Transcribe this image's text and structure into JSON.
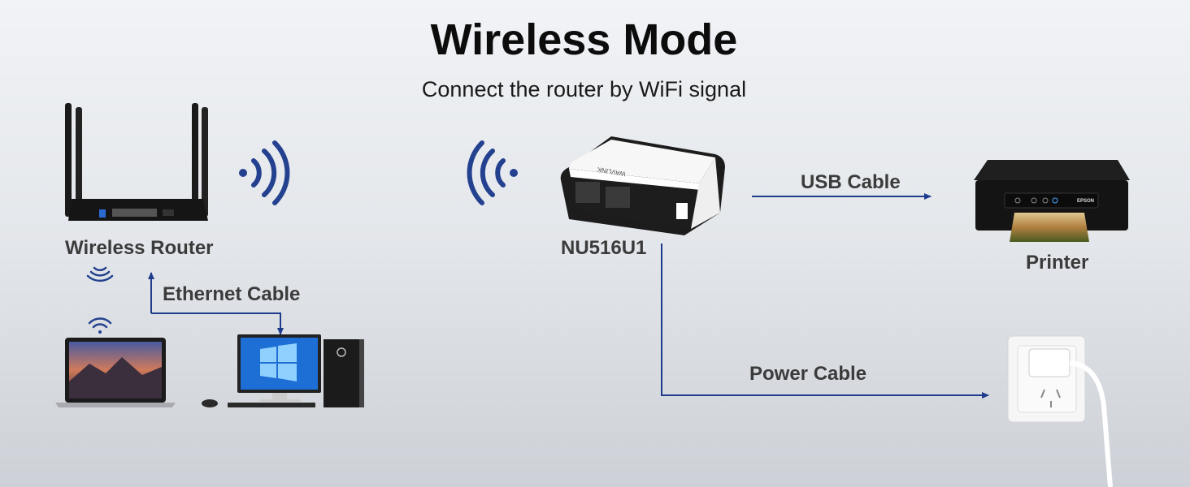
{
  "header": {
    "title": "Wireless Mode",
    "subtitle": "Connect the router by WiFi signal"
  },
  "labels": {
    "router": "Wireless Router",
    "ethernet": "Ethernet Cable",
    "device": "NU516U1",
    "usb": "USB Cable",
    "printer": "Printer",
    "power": "Power Cable"
  },
  "logos": {
    "device_brand": "WAVLINK",
    "printer_brand": "EPSON"
  },
  "colors": {
    "arrow": "#1f3c8c",
    "wifi": "#23418f",
    "text": "#3b3b3b"
  }
}
